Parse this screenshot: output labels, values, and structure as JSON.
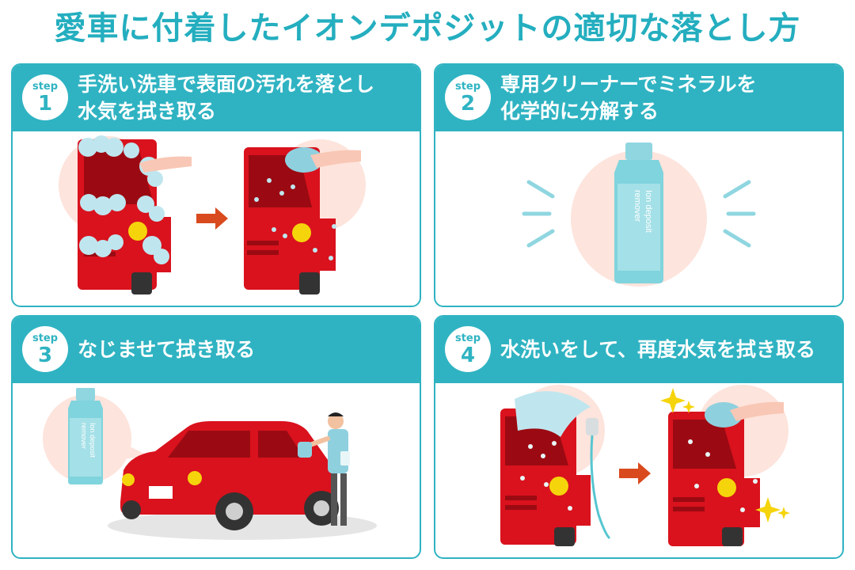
{
  "page": {
    "title": "愛車に付着したイオンデポジットの適切な落とし方"
  },
  "step_label": "step",
  "steps": [
    {
      "number": "1",
      "title_lines": [
        "手洗い洗車で表面の汚れを落とし",
        "水気を拭き取る"
      ]
    },
    {
      "number": "2",
      "title_lines": [
        "専用クリーナーでミネラルを",
        "化学的に分解する"
      ]
    },
    {
      "number": "3",
      "title_lines": [
        "なじませて拭き取る"
      ]
    },
    {
      "number": "4",
      "title_lines": [
        "水洗いをして、再度水気を拭き取る"
      ]
    }
  ],
  "bottle": {
    "label_line1": "Ion deposit",
    "label_line2": "remover"
  },
  "colors": {
    "accent": "#2fb3c2",
    "title": "#24aebf",
    "car_red": "#d9121d",
    "car_dark": "#9b0a12",
    "arrow": "#d94a1e",
    "foam": "#bfe6ef",
    "peach": "#fde4dc",
    "bottle": "#7fd4dd",
    "sparkle": "#f6d40c"
  }
}
